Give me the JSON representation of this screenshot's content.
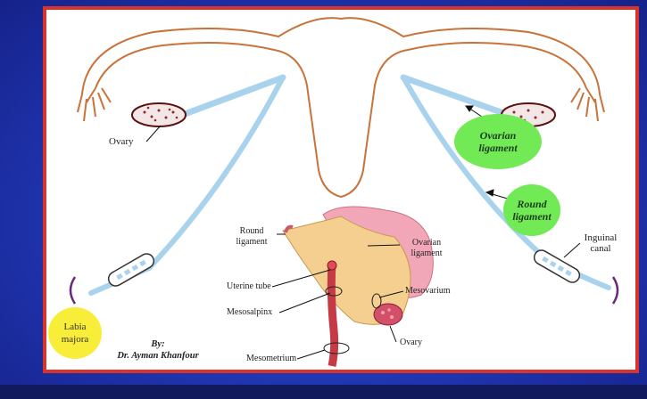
{
  "labels": {
    "ovary_left": "Ovary",
    "ovarian_ligament": "Ovarian ligament",
    "round_ligament": "Round ligament",
    "labia_majora": "Labia majora",
    "inguinal_canal": "Inguinal canal",
    "inset_round_ligament": "Round ligament",
    "inset_ovarian_ligament": "Ovarian ligament",
    "uterine_tube": "Uterine tube",
    "mesovarium": "Mesovarium",
    "mesosalpinx": "Mesosalpinx",
    "ovary_inset": "Ovary",
    "mesometrium": "Mesometrium"
  },
  "credit": {
    "by": "By:",
    "author": "Dr. Ayman Khanfour"
  },
  "colors": {
    "frame_border": "#d8342c",
    "background_blue": "#2239b8",
    "highlight_green": "#72ea55",
    "highlight_yellow": "#f8ee3a",
    "uterus_outline": "#c8733a",
    "ligament_blue": "#a9d3ec"
  }
}
